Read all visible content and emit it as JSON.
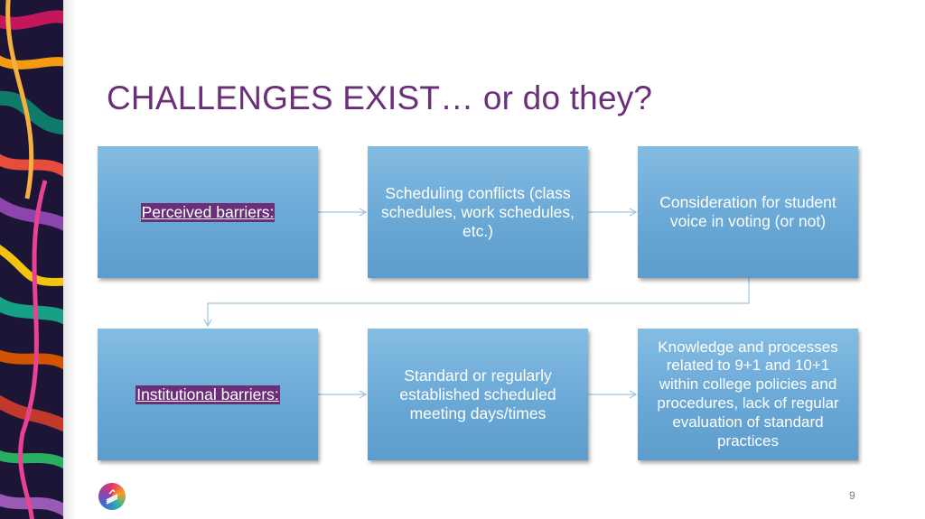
{
  "slide": {
    "title": "CHALLENGES EXIST… or do they?",
    "page_number": "9"
  },
  "rows": [
    {
      "label": "Perceived barriers:",
      "items": [
        "Scheduling conflicts (class schedules, work schedules, etc.)",
        "Consideration for student voice in voting (or not)"
      ]
    },
    {
      "label": "Institutional barriers:",
      "items": [
        "Standard or regularly established scheduled meeting days/times",
        "Knowledge and processes related to 9+1 and 10+1 within college policies and procedures, lack of regular evaluation of standard practices"
      ]
    }
  ],
  "colors": {
    "title": "#6b2f7a",
    "box": "#6aa8d6",
    "label_highlight": "#6b2f7a",
    "connector": "#9cc4e0"
  },
  "icons": [
    "college-logo-icon"
  ]
}
